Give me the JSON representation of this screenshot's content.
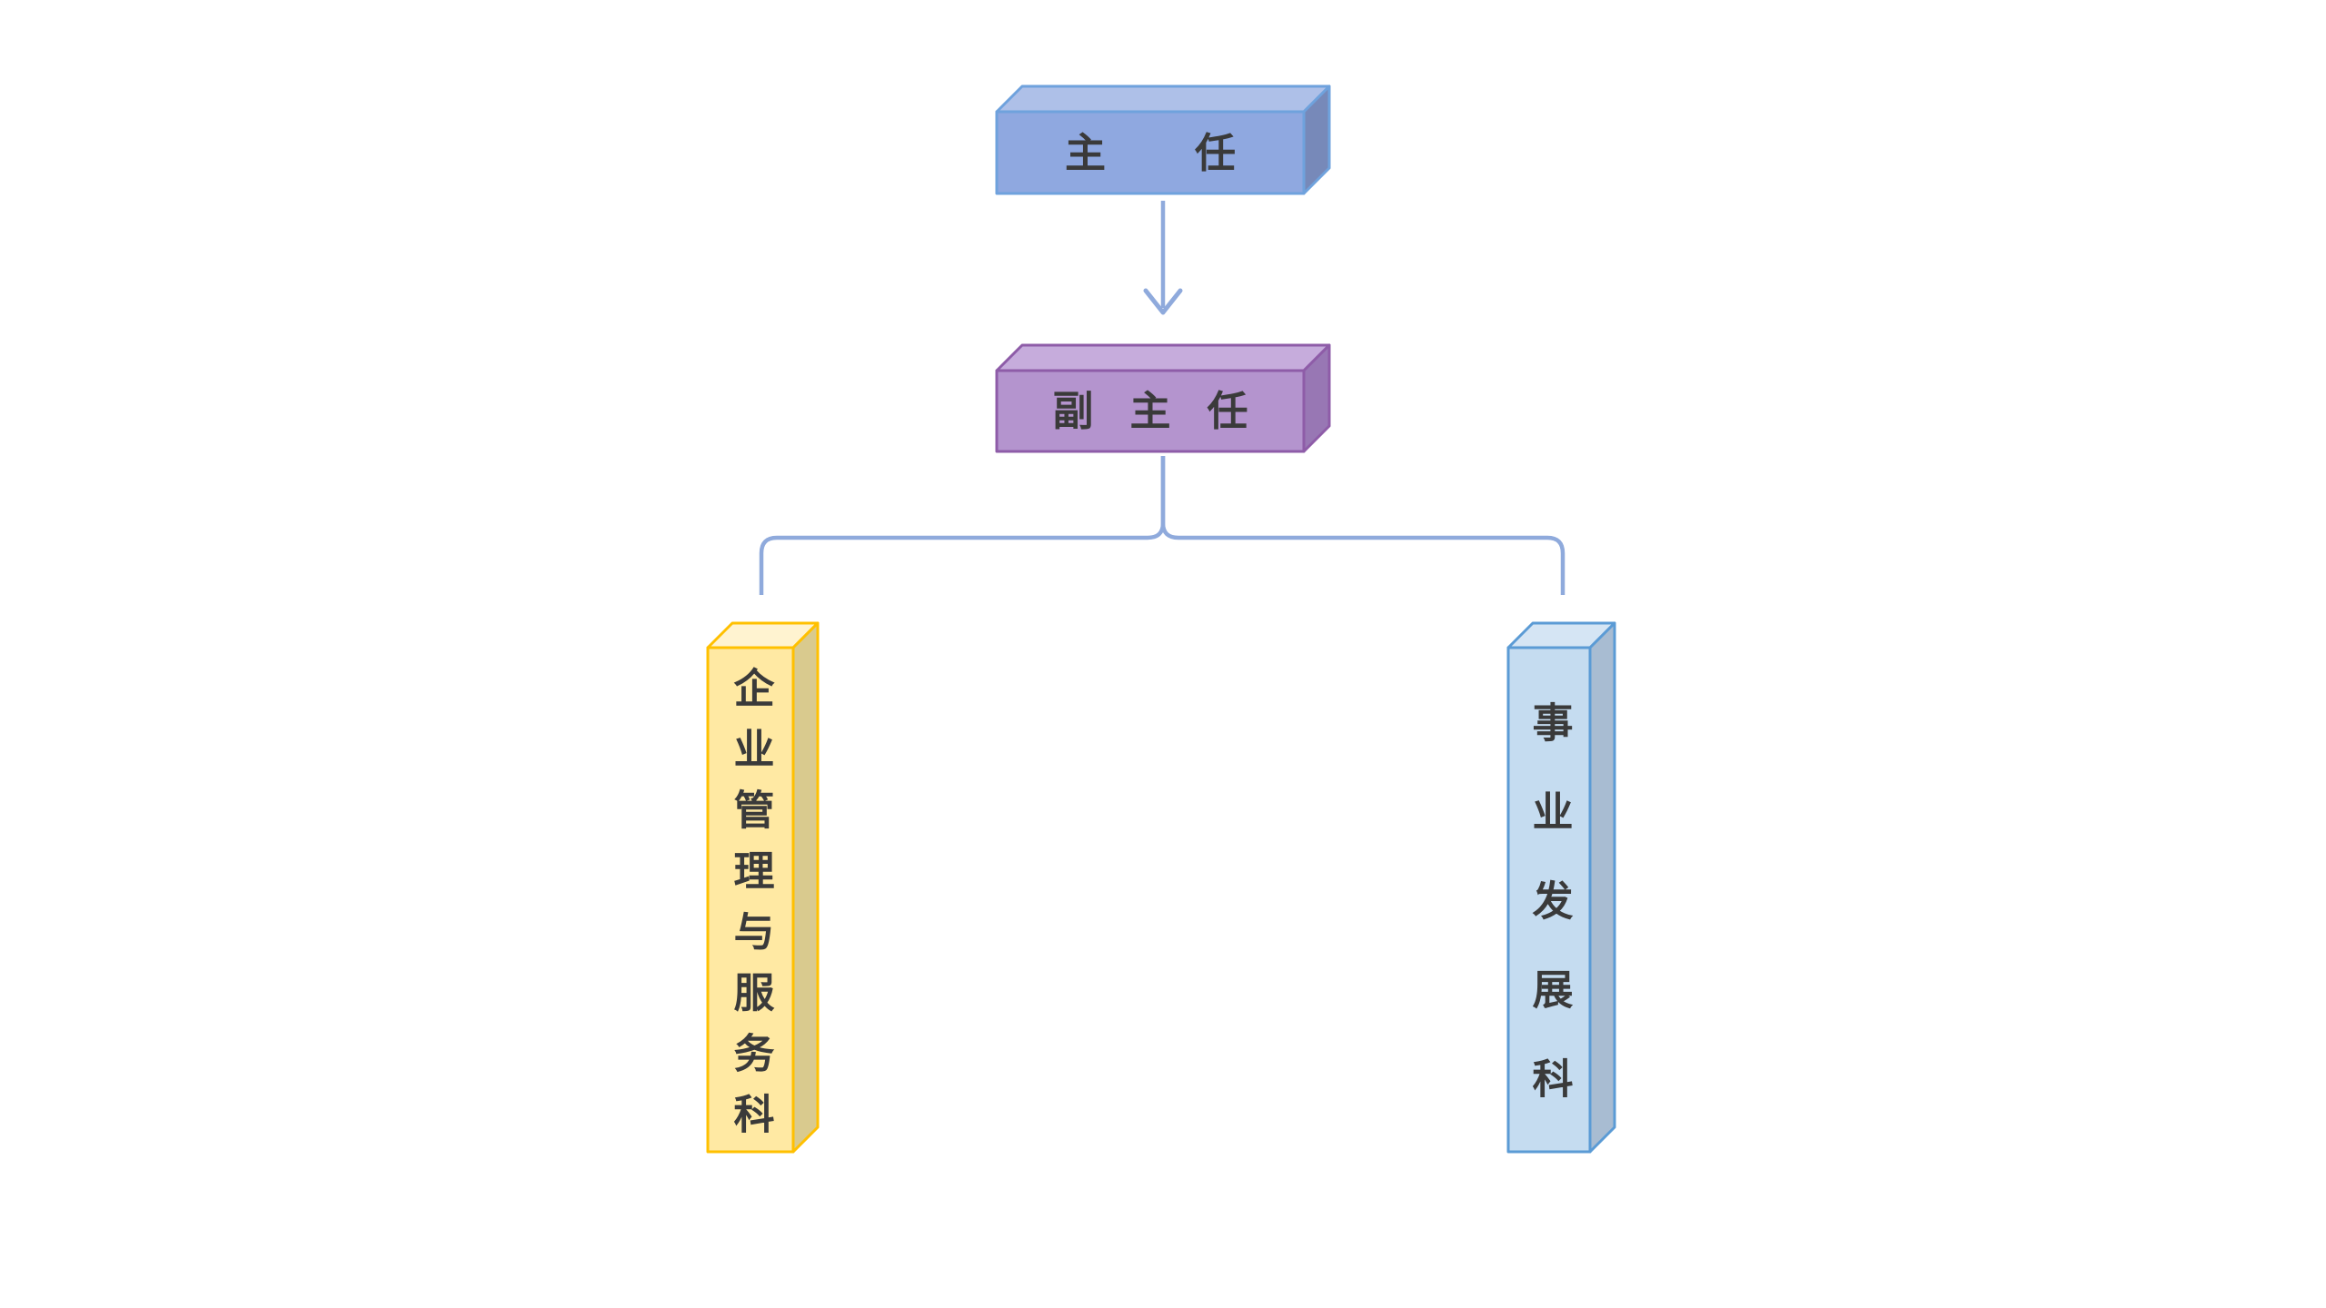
{
  "diagram": {
    "type": "org-chart",
    "background": "#FFFFFF",
    "nodes": {
      "director": {
        "label": "主任",
        "level": 1,
        "shape": "3d-cube-horizontal"
      },
      "deputy": {
        "label": "副主任",
        "level": 2,
        "shape": "3d-cube-horizontal"
      },
      "enterprise_section": {
        "label": "企业管理与服务科",
        "level": 3,
        "shape": "3d-cube-vertical",
        "text_direction": "vertical"
      },
      "business_section": {
        "label": "事业发展科",
        "level": 3,
        "shape": "3d-cube-vertical",
        "text_direction": "vertical"
      }
    },
    "connectors": {
      "director_to_deputy": {
        "type": "straight-arrow-down",
        "from": "director",
        "to": "deputy"
      },
      "deputy_to_sections": {
        "type": "rounded-bracket-fork",
        "from": "deputy",
        "to_left": "enterprise_section",
        "to_right": "business_section"
      }
    }
  },
  "colors": {
    "text": "#3A3A3A",
    "connector": "#8FAADC",
    "director": {
      "front": "#8FA8E0",
      "top": "#AEC0E8",
      "side": "#7789B9",
      "border": "#6FA2DD"
    },
    "deputy": {
      "front": "#B494CE",
      "top": "#C6ACDC",
      "side": "#9877B4",
      "border": "#8E5CA8"
    },
    "enterprise": {
      "front": "#FFE9A3",
      "top": "#FFF3D0",
      "side": "#D9CA8E",
      "border": "#FFC000"
    },
    "business": {
      "front": "#C5DCF0",
      "top": "#D5E5F4",
      "side": "#A8BCD2",
      "border": "#5B9BD5"
    }
  }
}
